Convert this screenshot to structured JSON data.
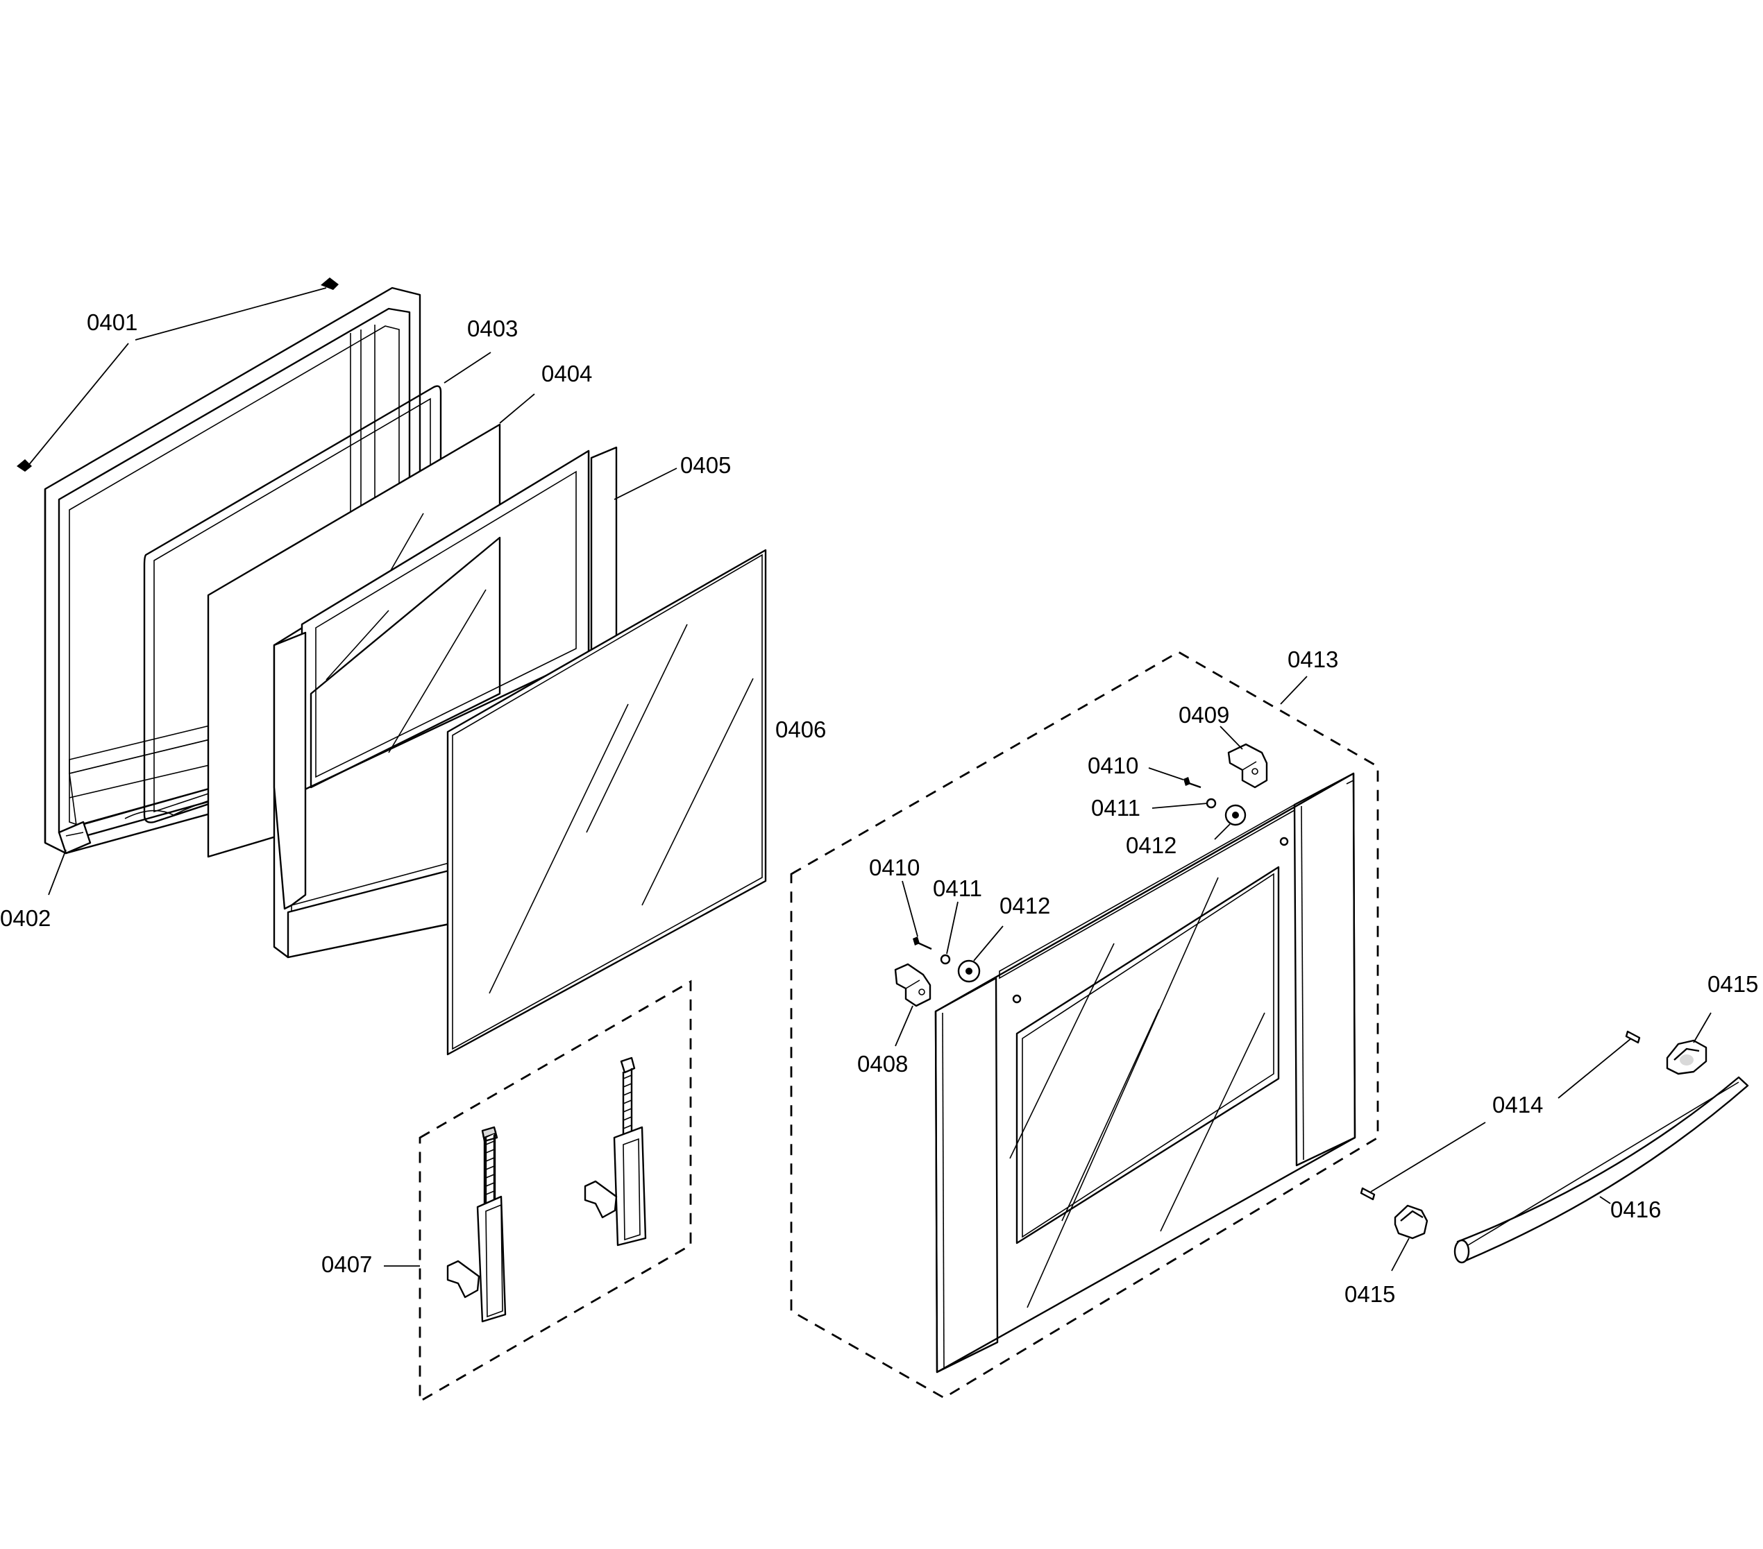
{
  "callouts": {
    "c0401": "0401",
    "c0402": "0402",
    "c0403": "0403",
    "c0404": "0404",
    "c0405": "0405",
    "c0406": "0406",
    "c0407": "0407",
    "c0408": "0408",
    "c0409": "0409",
    "c0410a": "0410",
    "c0410b": "0410",
    "c0411a": "0411",
    "c0411b": "0411",
    "c0412a": "0412",
    "c0412b": "0412",
    "c0413": "0413",
    "c0414": "0414",
    "c0415a": "0415",
    "c0415b": "0415",
    "c0416": "0416"
  }
}
